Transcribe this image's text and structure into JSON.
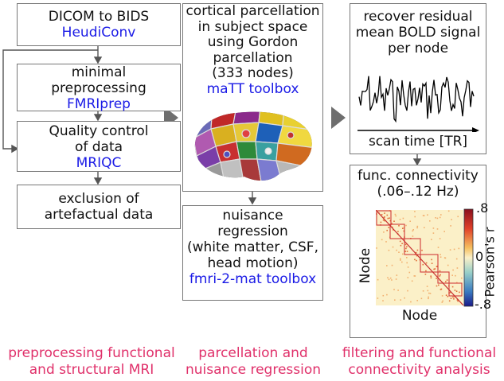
{
  "columns": [
    {
      "boxes": [
        {
          "lines": [
            "DICOM to BIDS"
          ],
          "tool": "HeudiConv"
        },
        {
          "lines": [
            "minimal",
            "preprocessing"
          ],
          "tool": "FMRIprep"
        },
        {
          "lines": [
            "Quality control",
            "of data"
          ],
          "tool": "MRIQC"
        },
        {
          "lines": [
            "exclusion of",
            "artefactual data"
          ],
          "tool": ""
        }
      ],
      "caption": [
        "preprocessing functional",
        "and structural MRI"
      ]
    },
    {
      "boxes": [
        {
          "lines": [
            "cortical parcellation",
            "in subject space",
            "using Gordon",
            "parcellation",
            "(333 nodes)"
          ],
          "tool": "maTT toolbox"
        },
        {
          "lines": [
            "nuisance",
            "regression",
            "(white matter, CSF,",
            "head motion)"
          ],
          "tool": "fmri-2-mat toolbox"
        }
      ],
      "caption": [
        "parcellation and",
        "nuisance regression"
      ]
    },
    {
      "boxes": [
        {
          "lines": [
            "recover residual",
            "mean BOLD signal",
            "per node"
          ],
          "xlabel": "scan time [TR]"
        },
        {
          "lines": [
            "func. connectivity",
            "(.06–.12 Hz)"
          ],
          "xlabel": "Node",
          "ylabel": "Node",
          "colorbar": {
            "label": "Pearson's r",
            "ticks": [
              ".8",
              "0",
              "-.8"
            ]
          }
        }
      ],
      "caption": [
        "filtering and functional",
        "connectivity analysis"
      ]
    }
  ],
  "colors": {
    "tool": "#1a1ae6",
    "caption": "#e0306a",
    "arrow": "#6e6e6e",
    "border": "#777777"
  }
}
